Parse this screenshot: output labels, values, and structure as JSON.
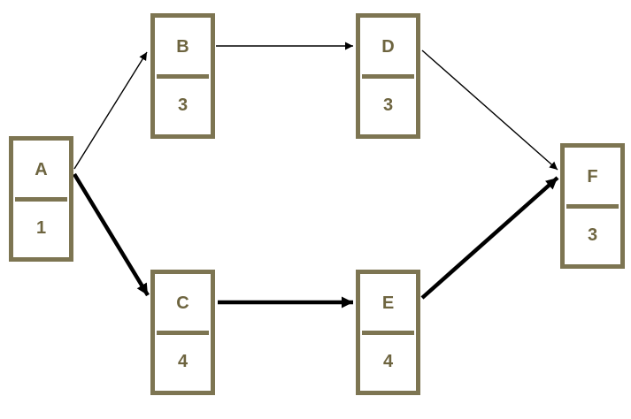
{
  "diagram": {
    "type": "activity-network",
    "nodes": [
      {
        "id": "A",
        "label": "A",
        "value": "1"
      },
      {
        "id": "B",
        "label": "B",
        "value": "3"
      },
      {
        "id": "C",
        "label": "C",
        "value": "4"
      },
      {
        "id": "D",
        "label": "D",
        "value": "3"
      },
      {
        "id": "E",
        "label": "E",
        "value": "4"
      },
      {
        "id": "F",
        "label": "F",
        "value": "3"
      }
    ],
    "edges": [
      {
        "from": "A",
        "to": "B",
        "style": "thin"
      },
      {
        "from": "B",
        "to": "D",
        "style": "thin"
      },
      {
        "from": "D",
        "to": "F",
        "style": "thin"
      },
      {
        "from": "A",
        "to": "C",
        "style": "thick"
      },
      {
        "from": "C",
        "to": "E",
        "style": "thick"
      },
      {
        "from": "E",
        "to": "F",
        "style": "thick"
      }
    ],
    "colors": {
      "border": "#7d7552",
      "text": "#6e6540",
      "arrow": "#000000",
      "background": "#ffffff"
    }
  }
}
